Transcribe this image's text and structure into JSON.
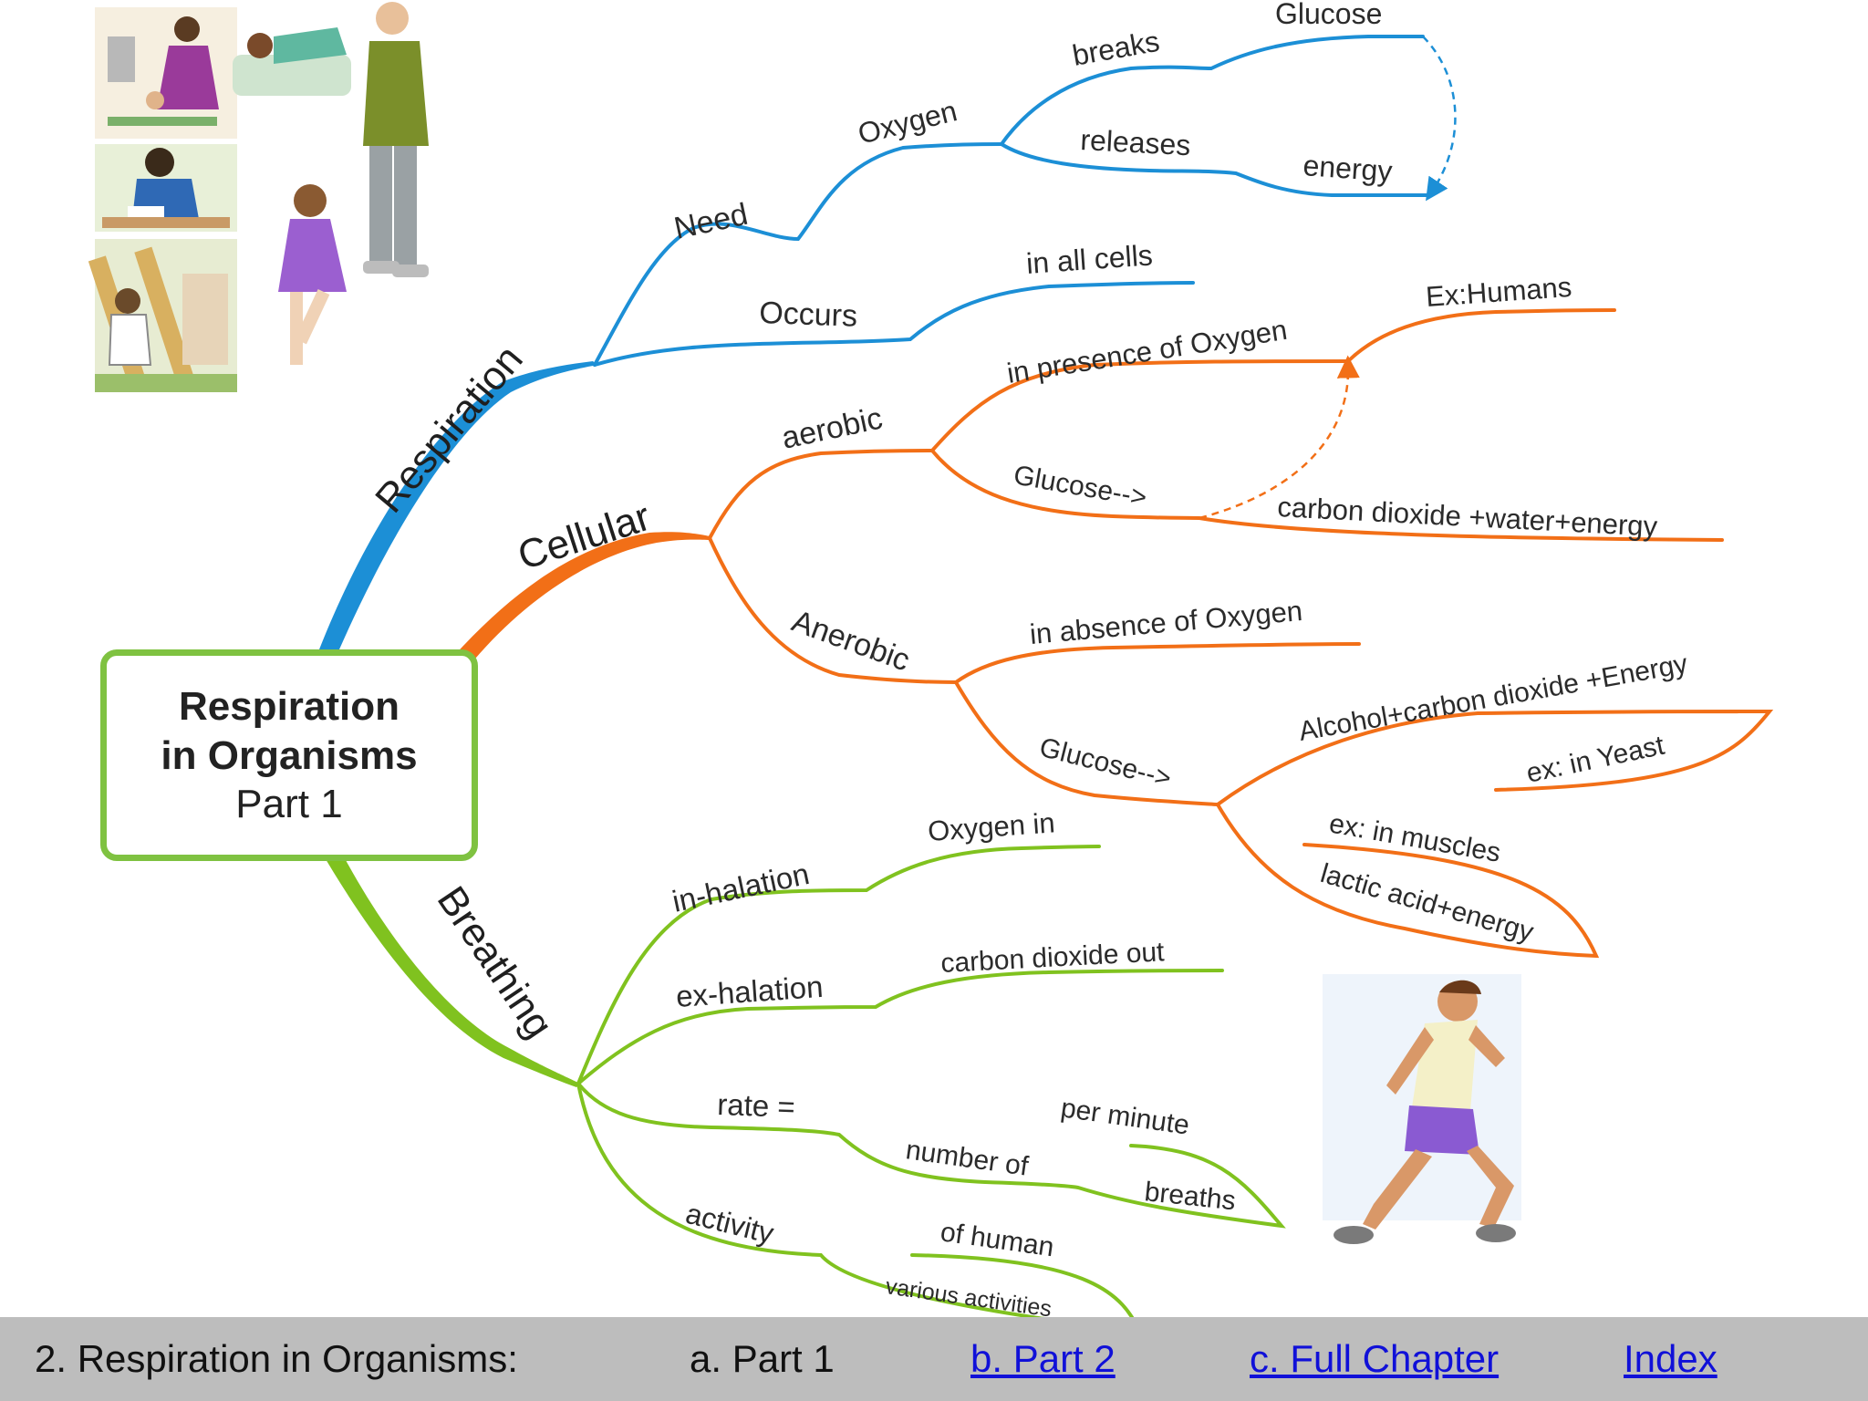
{
  "center": {
    "title": "Respiration\nin Organisms",
    "subtitle": "Part 1"
  },
  "colors": {
    "respiration": "#1c8fd6",
    "cellular": "#f26f17",
    "breathing": "#80c21f",
    "footer_bg": "#bdbdbd",
    "link": "#1010d8"
  },
  "branches": {
    "respiration": "Respiration",
    "cellular": "Cellular",
    "breathing": "Breathing"
  },
  "labels": {
    "need": "Need",
    "oxygen": "Oxygen",
    "breaks": "breaks",
    "glucose": "Glucose",
    "releases": "releases",
    "energy": "energy",
    "occurs": "Occurs",
    "in_all_cells": "in all cells",
    "aerobic": "aerobic",
    "in_presence": "in presence of Oxygen",
    "ex_humans": "Ex:Humans",
    "glucose_arrow_1": "Glucose-->",
    "co2_water_energy": "carbon dioxide +water+energy",
    "anerobic": "Anerobic",
    "in_absence": "in absence of Oxygen",
    "glucose_arrow_2": "Glucose-->",
    "alcohol": "Alcohol+carbon dioxide +Energy",
    "ex_yeast": "ex: in Yeast",
    "ex_muscles": "ex: in muscles",
    "lactic": "lactic acid+energy",
    "inhalation": "in-halation",
    "oxygen_in": "Oxygen in",
    "exhalation": "ex-halation",
    "co2_out": "carbon dioxide out",
    "rate": "rate =",
    "per_minute": "per minute",
    "number_of": "number of",
    "breaths": "breaths",
    "activity": "activity",
    "of_human": "of human",
    "various": "various activities"
  },
  "footer": {
    "title": "2. Respiration in Organisms:",
    "part1": "a. Part 1",
    "part2": "b. Part 2",
    "full": "c. Full Chapter",
    "index": "Index"
  },
  "icons": {
    "people": "people-doing-activities-illustration",
    "runner": "running-man-illustration"
  }
}
